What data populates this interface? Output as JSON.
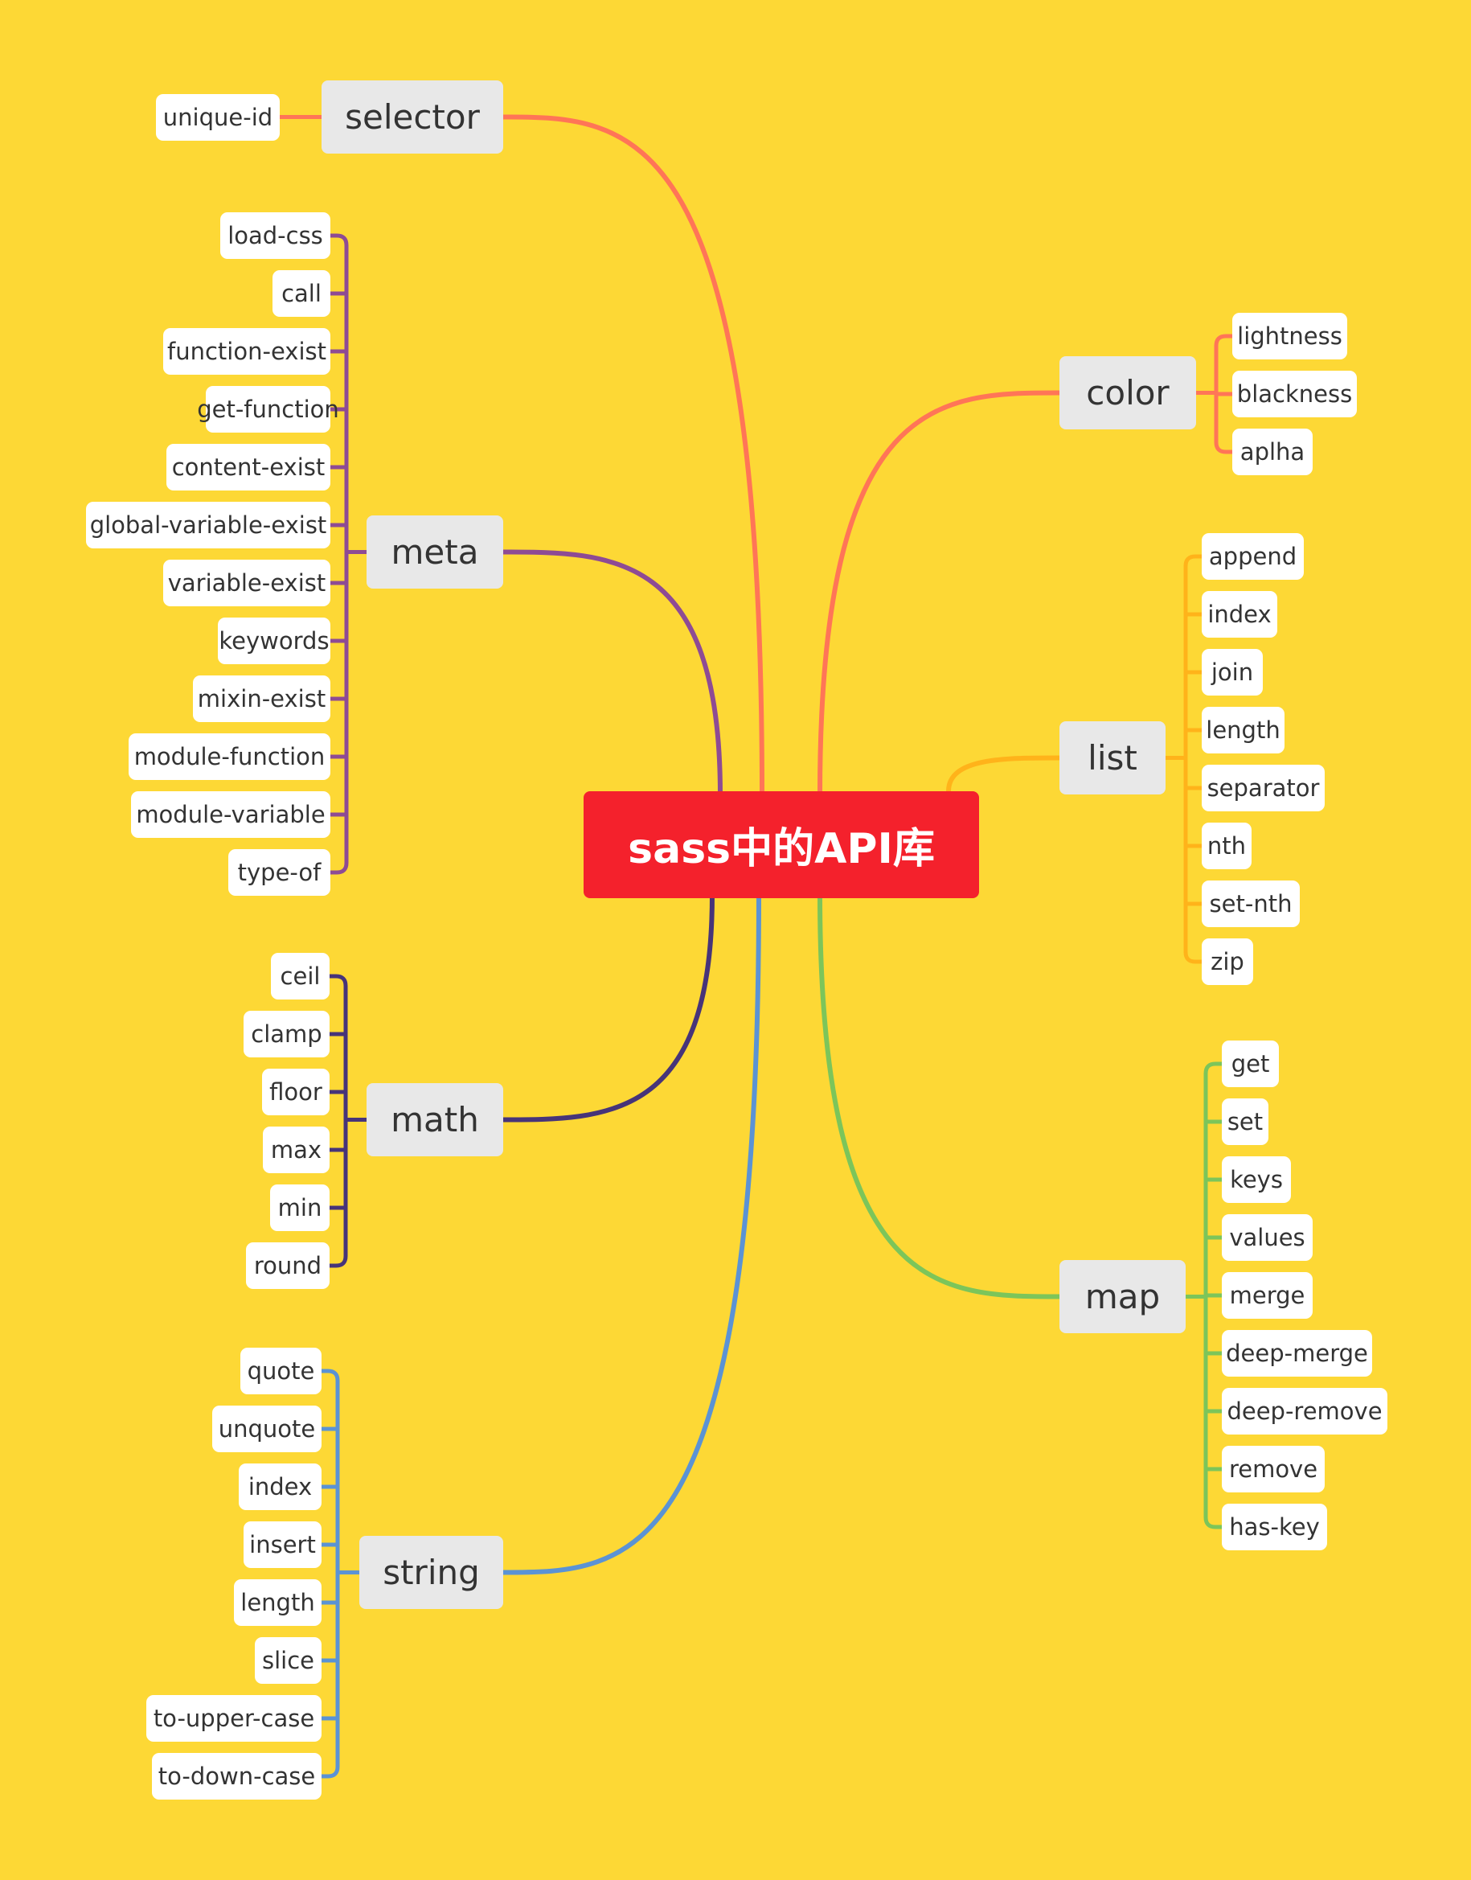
{
  "root": {
    "label": "sass中的API库"
  },
  "branches": [
    {
      "id": "selector",
      "label": "selector",
      "color": "#FF7557",
      "side": "left",
      "items": [
        "unique-id"
      ]
    },
    {
      "id": "meta",
      "label": "meta",
      "color": "#8E4B94",
      "side": "left",
      "items": [
        "load-css",
        "call",
        "function-exist",
        "get-function",
        "content-exist",
        "global-variable-exist",
        "variable-exist",
        "keywords",
        "mixin-exist",
        "module-function",
        "module-variable",
        "type-of"
      ]
    },
    {
      "id": "math",
      "label": "math",
      "color": "#473479",
      "side": "left",
      "items": [
        "ceil",
        "clamp",
        "floor",
        "max",
        "min",
        "round"
      ]
    },
    {
      "id": "string",
      "label": "string",
      "color": "#5B93D4",
      "side": "left",
      "items": [
        "quote",
        "unquote",
        "index",
        "insert",
        "length",
        "slice",
        "to-upper-case",
        "to-down-case"
      ]
    },
    {
      "id": "color",
      "label": "color",
      "color": "#FF7557",
      "side": "right",
      "items": [
        "lightness",
        "blackness",
        "aplha"
      ]
    },
    {
      "id": "list",
      "label": "list",
      "color": "#FFB31A",
      "side": "right",
      "items": [
        "append",
        "index",
        "join",
        "length",
        "separator",
        "nth",
        "set-nth",
        "zip"
      ]
    },
    {
      "id": "map",
      "label": "map",
      "color": "#7CC55A",
      "side": "right",
      "items": [
        "get",
        "set",
        "keys",
        "values",
        "merge",
        "deep-merge",
        "deep-remove",
        "remove",
        "has-key"
      ]
    }
  ]
}
